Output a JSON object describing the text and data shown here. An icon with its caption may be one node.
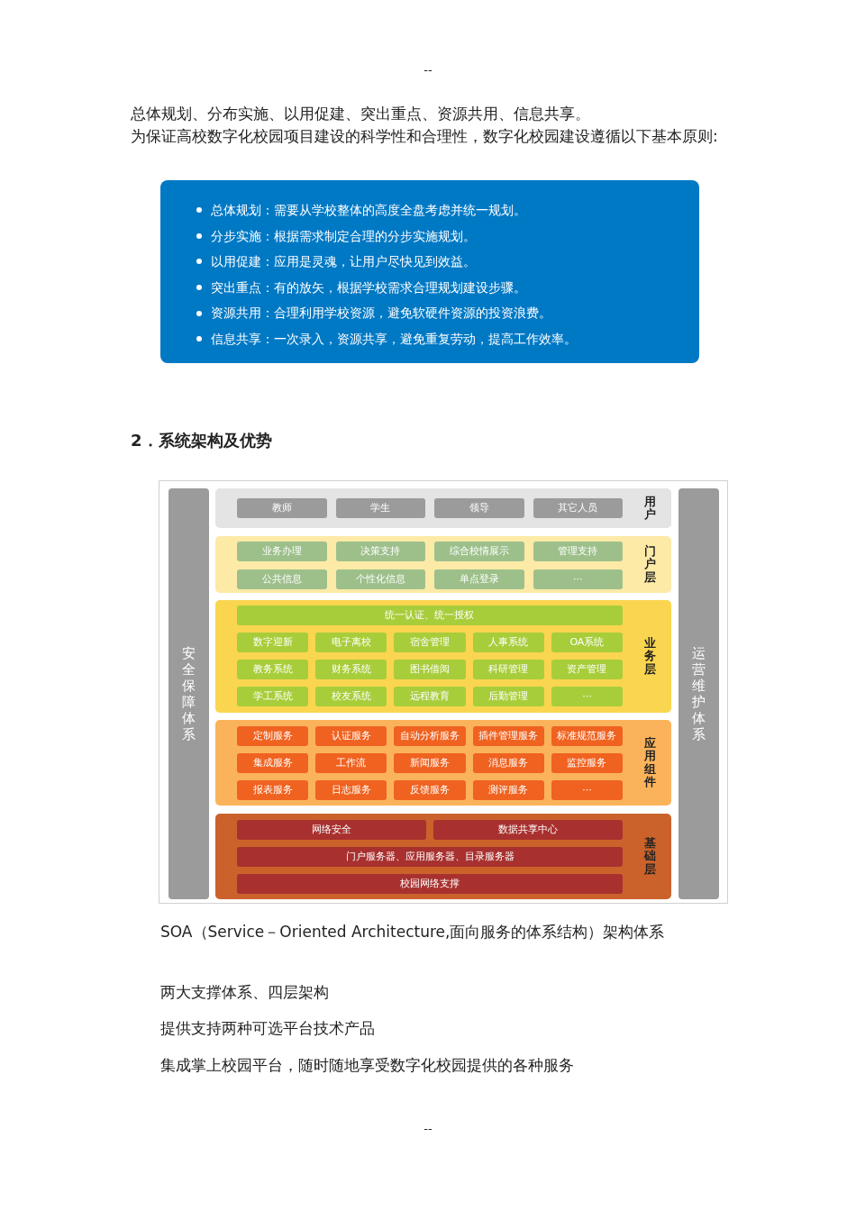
{
  "diagram": {
    "nodes": [
      {
        "text": [
          "总体规划：需要从学校整体的高度全盘考虑并统一规划。",
          "分步实施：根据需求制定合理的分步实施规划。",
          "以用促建：应用是灵魂，让用户尽快见到效益。",
          "突出重点：有的放矢，根据学校需求合理规划建设步骤。",
          "资源共用：合理利用学校资源，避免软硬件资源的投资浪费。",
          "信息共享：一次录入，资源共享，避免重复劳动，提高工作效率。"
        ]
      },
      {
        "text": [
          "安全保障体系"
        ]
      },
      {
        "text": [
          "用户"
        ]
      },
      {
        "text": [
          "教师"
        ],
        "in": 2
      },
      {
        "text": [
          "学生"
        ],
        "in": 2
      },
      {
        "text": [
          "领导"
        ],
        "in": 2
      },
      {
        "text": [
          "其它人员"
        ],
        "in": 2
      },
      {
        "text": [
          "门户层"
        ]
      },
      {
        "text": [
          "业务办理"
        ],
        "in": 7
      },
      {
        "text": [
          "决策支持"
        ],
        "in": 7
      },
      {
        "text": [
          "综合校情展示"
        ],
        "in": 7
      },
      {
        "text": [
          "管理支持"
        ],
        "in": 7
      },
      {
        "text": [
          "公共信息"
        ],
        "in": 7
      },
      {
        "text": [
          "个性化信息"
        ],
        "in": 7
      },
      {
        "text": [
          "单点登录"
        ],
        "in": 7
      },
      {
        "text": [
          "···"
        ],
        "in": 7
      },
      {
        "text": [
          "业务层"
        ]
      },
      {
        "text": [
          "统一认证、统一授权"
        ],
        "in": 16
      },
      {
        "text": [
          "数字迎新"
        ],
        "in": 16
      },
      {
        "text": [
          "电子离校"
        ],
        "in": 16
      },
      {
        "text": [
          "宿舍管理"
        ],
        "in": 16
      },
      {
        "text": [
          "人事系统"
        ],
        "in": 16
      },
      {
        "text": [
          "OA系统"
        ],
        "in": 16
      },
      {
        "text": [
          "教务系统"
        ],
        "in": 16
      },
      {
        "text": [
          "财务系统"
        ],
        "in": 16
      },
      {
        "text": [
          "图书借阅"
        ],
        "in": 16
      },
      {
        "text": [
          "科研管理"
        ],
        "in": 16
      },
      {
        "text": [
          "资产管理"
        ],
        "in": 16
      },
      {
        "text": [
          "学工系统"
        ],
        "in": 16
      },
      {
        "text": [
          "校友系统"
        ],
        "in": 16
      },
      {
        "text": [
          "远程教育"
        ],
        "in": 16
      },
      {
        "text": [
          "后勤管理"
        ],
        "in": 16
      },
      {
        "text": [
          "···"
        ],
        "in": 16
      },
      {
        "text": [
          "应用组件"
        ]
      },
      {
        "text": [
          "定制服务"
        ],
        "in": 33
      },
      {
        "text": [
          "认证服务"
        ],
        "in": 33
      },
      {
        "text": [
          "自动分析服务"
        ],
        "in": 33
      },
      {
        "text": [
          "插件管理服务"
        ],
        "in": 33
      },
      {
        "text": [
          "标准规范服务"
        ],
        "in": 33
      },
      {
        "text": [
          "集成服务"
        ],
        "in": 33
      },
      {
        "text": [
          "工作流"
        ],
        "in": 33
      },
      {
        "text": [
          "新闻服务"
        ],
        "in": 33
      },
      {
        "text": [
          "消息服务"
        ],
        "in": 33
      },
      {
        "text": [
          "监控服务"
        ],
        "in": 33
      },
      {
        "text": [
          "报表服务"
        ],
        "in": 33
      },
      {
        "text": [
          "日志服务"
        ],
        "in": 33
      },
      {
        "text": [
          "反馈服务"
        ],
        "in": 33
      },
      {
        "text": [
          "测评服务"
        ],
        "in": 33
      },
      {
        "text": [
          "···"
        ],
        "in": 33
      },
      {
        "text": [
          "基础层"
        ]
      },
      {
        "text": [
          "网络安全"
        ],
        "in": 49
      },
      {
        "text": [
          "数据共享中心"
        ],
        "in": 49
      },
      {
        "text": [
          "门户服务器、应用服务器、目录服务器"
        ],
        "in": 49
      },
      {
        "text": [
          "校园网络支撑"
        ],
        "in": 49
      },
      {
        "text": [
          "运营维护体系"
        ]
      }
    ],
    "labels": [
      "--",
      "总体规划、分布实施、以用促建、突出重点、资源共用、信息共享。",
      "为保证高校数字化校园项目建设的科学性和合理性，数字化校园建设遵循以下基本原则:",
      "2．系统架构及优势",
      "SOA（Service－Oriented Architecture,面向服务的体系结构）架构体系",
      "两大支撑体系、四层架构",
      "提供支持两种可选平台技术产品",
      "集成掌上校园平台，随时随地享受数字化校园提供的各种服务",
      "--"
    ]
  }
}
